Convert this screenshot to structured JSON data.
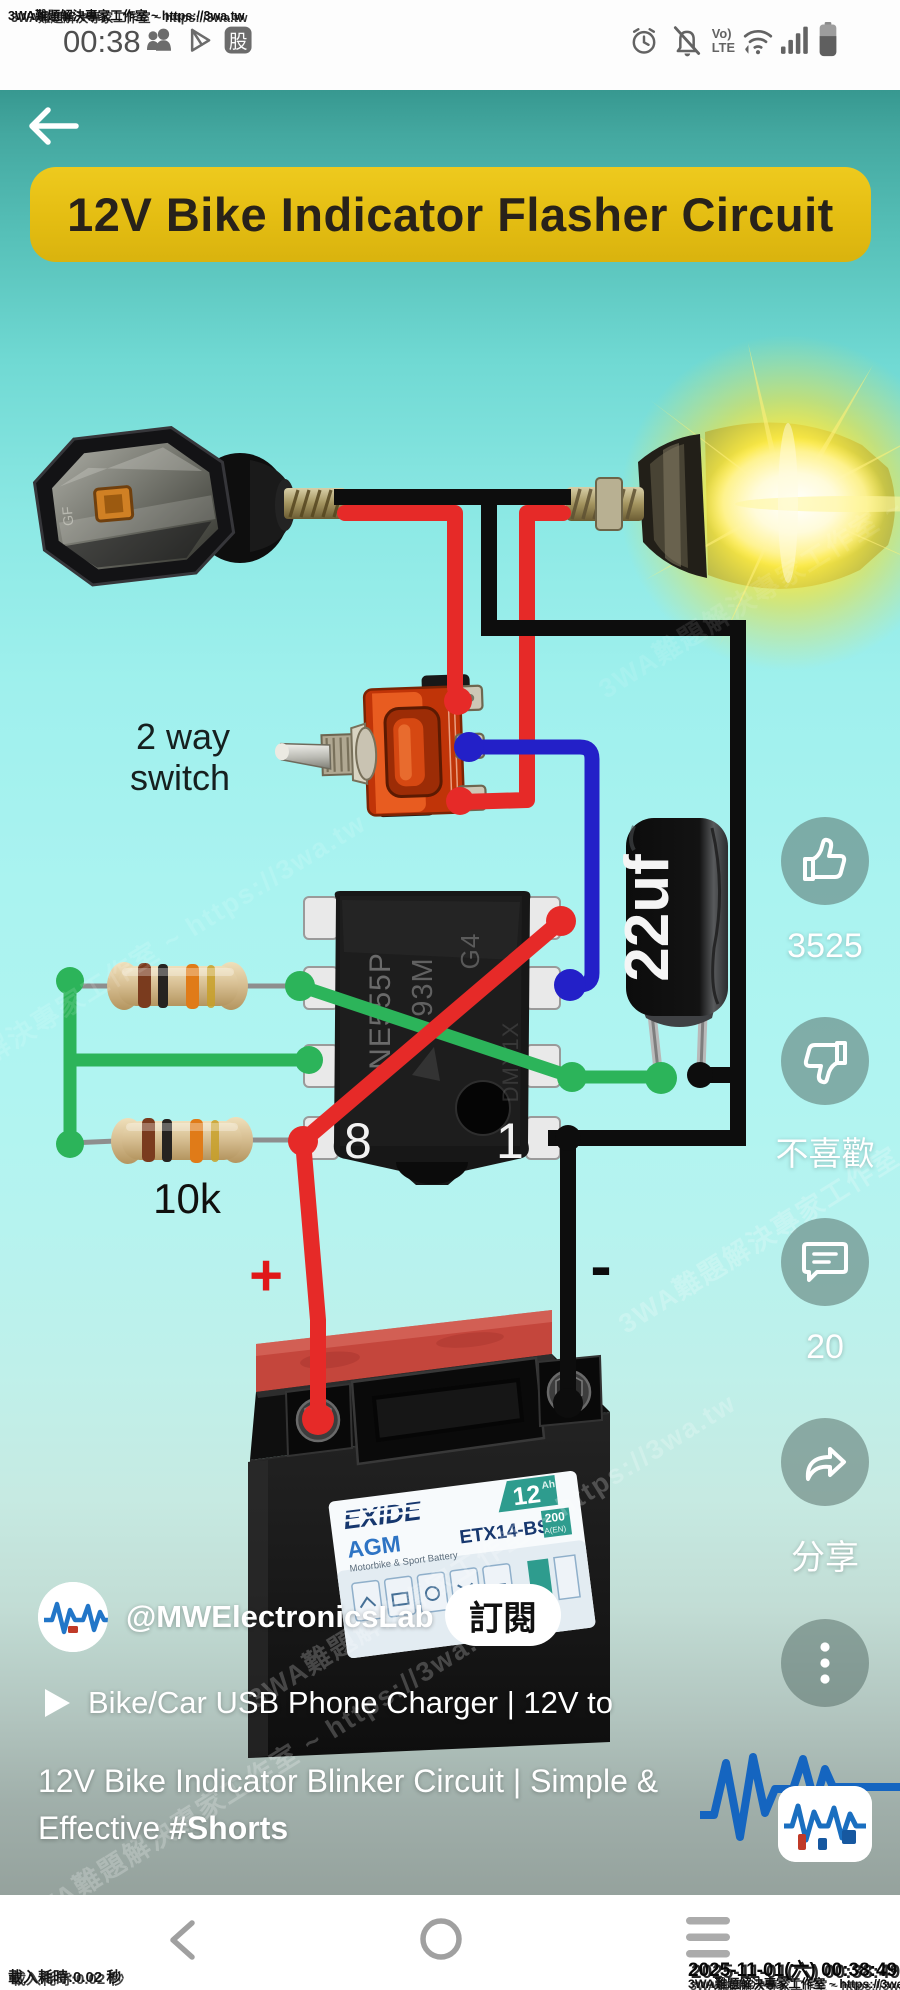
{
  "status_bar": {
    "time": "00:38",
    "watermark": "3WA難題解決專家工作室 ~ https://3wa.tw",
    "left_icons": [
      "contacts-icon",
      "play-store-icon",
      "stocks-app-icon"
    ],
    "stocks_app_glyph": "股",
    "right_icons": [
      "alarm-icon",
      "notifications-off-icon",
      "volte-icon",
      "wifi-icon",
      "signal-icon",
      "battery-icon"
    ],
    "volte_top": "Vo)",
    "volte_bottom": "LTE"
  },
  "video": {
    "banner_title": "12V Bike Indicator Flasher Circuit",
    "watermark": "3WA難題解決專家工作室 ~ https://3wa.tw",
    "circuit": {
      "switch_label_line1": "2 way",
      "switch_label_line2": "switch",
      "capacitor_label": "22uf",
      "resistor_label": "10k",
      "ic_pin_left": "8",
      "ic_pin_right": "1",
      "ic_marking_1": "NE555P",
      "ic_marking_2": "93M",
      "ic_marking_3": "G4",
      "ic_marking_4": "DMX1X",
      "lamp_lens_mark": "GF",
      "battery_plus": "+",
      "battery_minus": "-",
      "wire_colors": {
        "positive": "#e62a28",
        "negative": "#0d0d0d",
        "signal": "#2320c8",
        "timing": "#2cb45a"
      }
    },
    "battery": {
      "brand": "EXIDE",
      "type": "AGM",
      "subtitle": "Motorbike & Sport Battery",
      "model": "ETX14-BS",
      "capacity": "12",
      "capacity_unit": "Ah",
      "rating": "200",
      "rating_unit": "A(EN)"
    },
    "actions": {
      "like_count": "3525",
      "dislike_label": "不喜歡",
      "comment_count": "20",
      "share_label": "分享"
    },
    "channel_handle": "@MWElectronicsLab",
    "subscribe_label": "訂閱",
    "related_video": "Bike/Car USB Phone Charger | 12V to",
    "title_line1": "12V Bike Indicator Blinker Circuit | Simple &",
    "title_line2_plain": "Effective ",
    "title_line2_tag": "#Shorts"
  },
  "nav_bar": {
    "icons": [
      "back-icon",
      "home-icon",
      "recents-icon"
    ]
  },
  "footer": {
    "load_time": "載入耗時:0.02 秒",
    "timestamp": "2025-11-01(六) 00:38:49",
    "watermark": "3WA難題解決專家工作室 ~ https://3wa.tw"
  }
}
